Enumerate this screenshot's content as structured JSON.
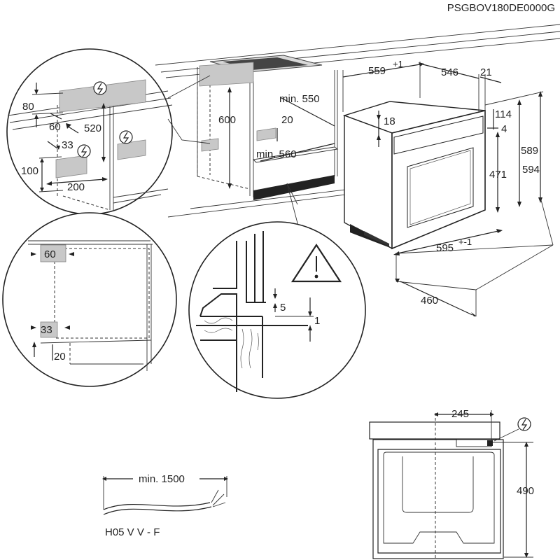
{
  "document_code": "PSGBOV180DE0000G",
  "dimensions": {
    "niche_width": "559",
    "niche_width_tol": "+1",
    "oven_depth": "546",
    "front_panel": "21",
    "top_gap": "114",
    "side_offset": "4",
    "oven_height_front": "589",
    "oven_height_total": "594",
    "top_margin": "18",
    "door_height": "471",
    "oven_width": "595",
    "oven_width_tol": "+-1",
    "depth_bottom": "460",
    "niche_height": "600",
    "niche_depth_top": "min. 550",
    "niche_gap": "20",
    "niche_depth_bottom": "min. 560",
    "socket_height": "80",
    "socket_offset": "60",
    "socket_drop": "520",
    "socket_side": "33",
    "socket_low": "100",
    "socket_width": "200",
    "vent_top": "60",
    "vent_bottom": "33",
    "vent_gap": "20",
    "clearance_5": "5",
    "clearance_1": "1",
    "cable_length": "min. 1500",
    "cable_type": "H05 V V - F",
    "connection_offset": "245",
    "connection_height": "490"
  },
  "icons": {
    "power": "lightning-bolt-icon",
    "warning": "warning-triangle-icon"
  }
}
